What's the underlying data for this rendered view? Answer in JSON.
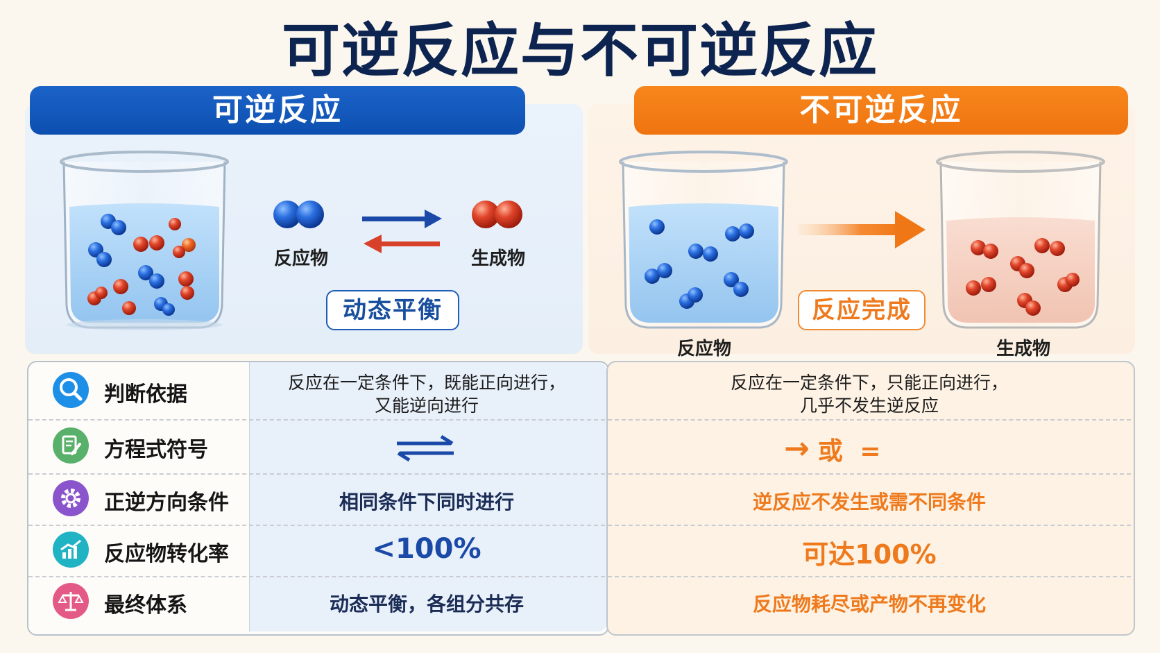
{
  "title": "可逆反应与不可逆反应",
  "reversible": {
    "banner": "可逆反应",
    "reactant_label": "反应物",
    "product_label": "生成物",
    "tag": "动态平衡"
  },
  "irreversible": {
    "banner": "不可逆反应",
    "reactant_label": "反应物",
    "product_label": "生成物",
    "tag": "反应完成"
  },
  "table": {
    "rows": [
      {
        "icon": "magnifier-icon",
        "icon_color": "#1e8fe6",
        "criterion": "判断依据",
        "reversible_lines": [
          "反应在一定条件下，既能正向进行，",
          "又能逆向进行"
        ],
        "irreversible_lines": [
          "反应在一定条件下，只能正向进行，",
          "几乎不发生逆反应"
        ]
      },
      {
        "icon": "document-pencil-icon",
        "icon_color": "#58b06a",
        "criterion": "方程式符号",
        "reversible": "⇌",
        "irreversible_arrow": "→",
        "irreversible": "或 ="
      },
      {
        "icon": "gear-icon",
        "icon_color": "#8a55cc",
        "criterion": "正逆方向条件",
        "reversible": "相同条件下同时进行",
        "irreversible": "逆反应不发生或需不同条件"
      },
      {
        "icon": "chart-icon",
        "icon_color": "#1fb3c4",
        "criterion": "反应物转化率",
        "reversible": "<100%",
        "irreversible": "可达100%"
      },
      {
        "icon": "balance-scale-icon",
        "icon_color": "#e45a86",
        "criterion": "最终体系",
        "reversible": "动态平衡，各组分共存",
        "irreversible": "反应物耗尽或产物不再变化"
      }
    ]
  },
  "colors": {
    "blue": "#1b5fc2",
    "orange": "#f07a19",
    "title": "#0d2450",
    "blue_molecule": "#1d5fd3",
    "red_molecule": "#d8321d"
  }
}
